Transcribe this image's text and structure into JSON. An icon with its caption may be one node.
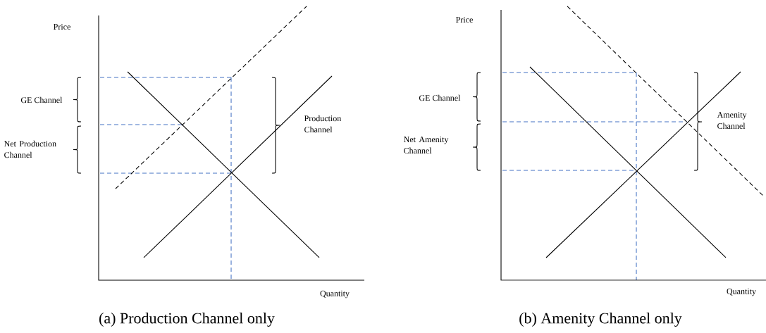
{
  "diagram": {
    "labels": [
      "Price",
      "GE Channel",
      "Net Production Channel",
      "Production Channel",
      "Quantity",
      "(a) Production Channel only",
      "Price",
      "GE Channel",
      "Net Amenity Channel",
      "Amenity Channel",
      "Quantity",
      "(b) Amenity Channel only"
    ]
  }
}
